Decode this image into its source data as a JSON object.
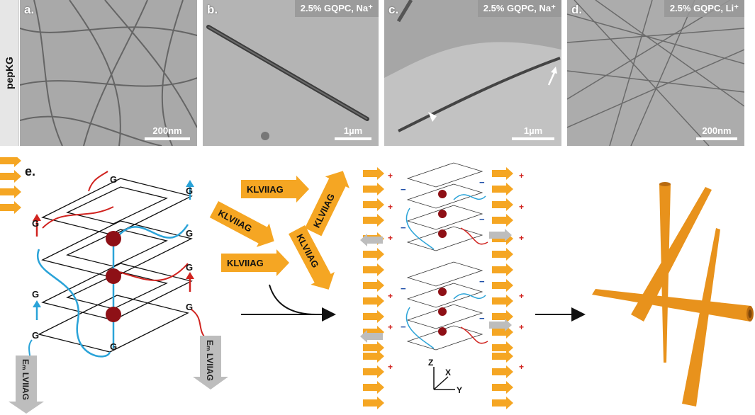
{
  "row_label": "pepKG",
  "panels": [
    {
      "letter": "a.",
      "condition": "",
      "scale": "200nm"
    },
    {
      "letter": "b.",
      "condition": "2.5% GQPC, Na⁺",
      "scale": "1µm"
    },
    {
      "letter": "c.",
      "condition": "2.5% GQPC, Na⁺",
      "scale": "1µm"
    },
    {
      "letter": "d.",
      "condition": "2.5% GQPC, Li⁺",
      "scale": "200nm"
    }
  ],
  "schematic": {
    "panel_letter": "e.",
    "g_label": "G",
    "peptide_label": "KLVIIAG",
    "tail_label_left": "Eₘ LVIIAG",
    "tail_label_right": "Eₘ LVIIAG",
    "axis_z": "Z",
    "axis_x": "X",
    "axis_y": "Y",
    "plus": "+",
    "minus": "−"
  },
  "colors": {
    "peptide_orange": "#f5a623",
    "tube_orange": "#e8921c",
    "red_strand": "#d0231f",
    "blue_strand": "#2aa3d8",
    "ion_dark_red": "#8e1016",
    "grey_arrow": "#bdbdbd"
  }
}
